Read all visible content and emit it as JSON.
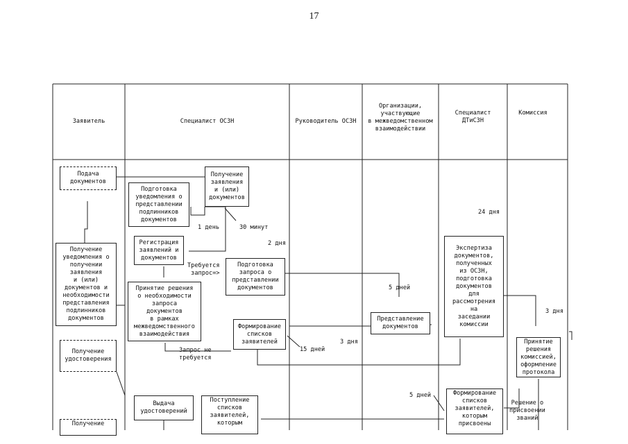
{
  "page_number": "17",
  "columns": [
    "Заявитель",
    "Специалист ОСЗН",
    "Руководитель ОСЗН",
    "Организации,\nучаствующие\nв межведомственном\nвзаимодействии",
    "Специалист\nДТиСЗН",
    "Комиссия"
  ],
  "boxes": {
    "podacha": "Подача\nдокументов",
    "poluchenie_zayavleniya": "Получение\nзаявления\nи (или)\nдокументов",
    "podgotovka_uvedomleniya": "Подготовка\nуведомления о\nпредставлении\nподлинников\nдокументов",
    "registratsiya": "Регистрация\nзаявлений и\nдокументов",
    "podgotovka_zaprosa": "Подготовка\nзапроса о\nпредставлении\nдокументов",
    "poluchenie_uvedomleniya": "Получение\nуведомления о\nполучении\nзаявления\nи (или)\nдокументов и\nнеобходимости\nпредставления\nподлинников\nдокументов",
    "prinyatie_resheniya": "Принятие решения\nо необходимости\nзапроса\nдокументов\nв рамках\nмежведомственного\nвзаимодействия",
    "predstavlenie": "Представление\nдокументов",
    "ekspertiza": "Экспертиза\nдокументов,\nполученных\nиз ОСЗН,\nподготовка\nдокументов\nдля\nрассмотрения\nна\nзаседании\nкомиссии",
    "formirovanie_spiskov": "Формирование\nсписков\nзаявителей",
    "poluchenie_udostovereniya": "Получение\nудостоверения",
    "prinyatie_resheniya_komissii": "Принятие\nрешения\nкомиссией,\nоформление\nпротокола",
    "vydacha": "Выдача\nудостоверений",
    "postuplenie": "Поступление\nсписков\nзаявителей,\nкоторым",
    "formirovanie_prisvoeno": "Формирование\nсписков\nзаявителей,\nкоторым\nприсвоены",
    "poluchenie_bottom": "Получение"
  },
  "labels": {
    "den1": "1 день",
    "min30": "30 минут",
    "dnya2": "2 дня",
    "dnya24": "24 дня",
    "trebuetsya": "Требуется\nзапрос=>",
    "dney5a": "5 дней",
    "dnya3a": "3 дня",
    "dney15": "15 дней",
    "dnya3b": "3 дня",
    "zapros_ne": "Запрос не\nтребуется",
    "dney5b": "5 дней",
    "reshenie": "Решение о\nприсвоении\nзваний"
  }
}
